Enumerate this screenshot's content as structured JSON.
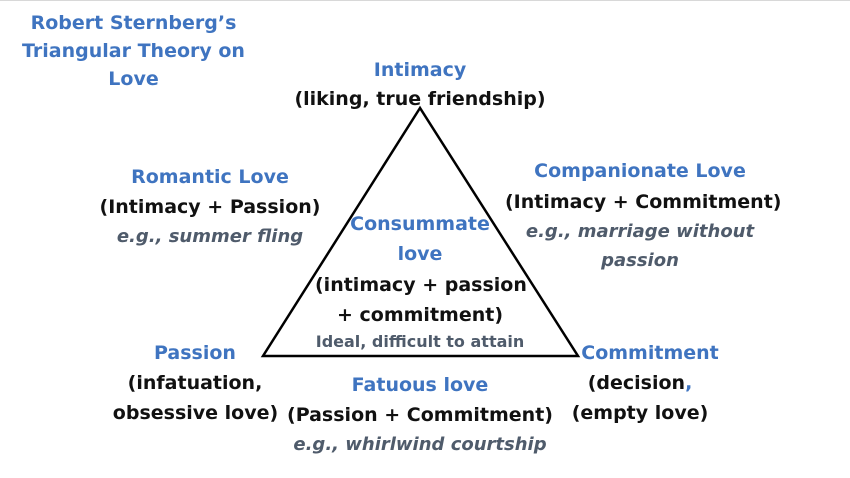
{
  "title": {
    "line1": "Robert Sternberg’s",
    "line2": "Triangular Theory on Love"
  },
  "intimacy": {
    "name": "Intimacy",
    "desc": "(liking, true friendship)"
  },
  "romantic": {
    "name": "Romantic Love",
    "formula": "(Intimacy + Passion)",
    "example": "e.g., summer fling"
  },
  "companionate": {
    "name": "Companionate Love",
    "formula": "(Intimacy + Commitment)",
    "example_line1": "e.g., marriage without",
    "example_line2": "passion"
  },
  "consummate": {
    "name_line1": "Consummate",
    "name_line2": "love",
    "formula_line1": "(intimacy + passion",
    "formula_line2": "+ commitment)",
    "note": "Ideal, difficult to attain"
  },
  "passion": {
    "name": "Passion",
    "desc_line1": "(infatuation,",
    "desc_line2": "obsessive love)"
  },
  "fatuous": {
    "name": "Fatuous love",
    "formula": "(Passion + Commitment)",
    "example": "e.g., whirlwind courtship"
  },
  "commitment": {
    "name": "Commitment",
    "desc_line1": "(decision",
    "desc_comma": ",",
    "desc_line2": "(empty love)"
  },
  "colors": {
    "accent": "#3f74c0",
    "text": "#111111",
    "example": "#4f5b6b"
  }
}
